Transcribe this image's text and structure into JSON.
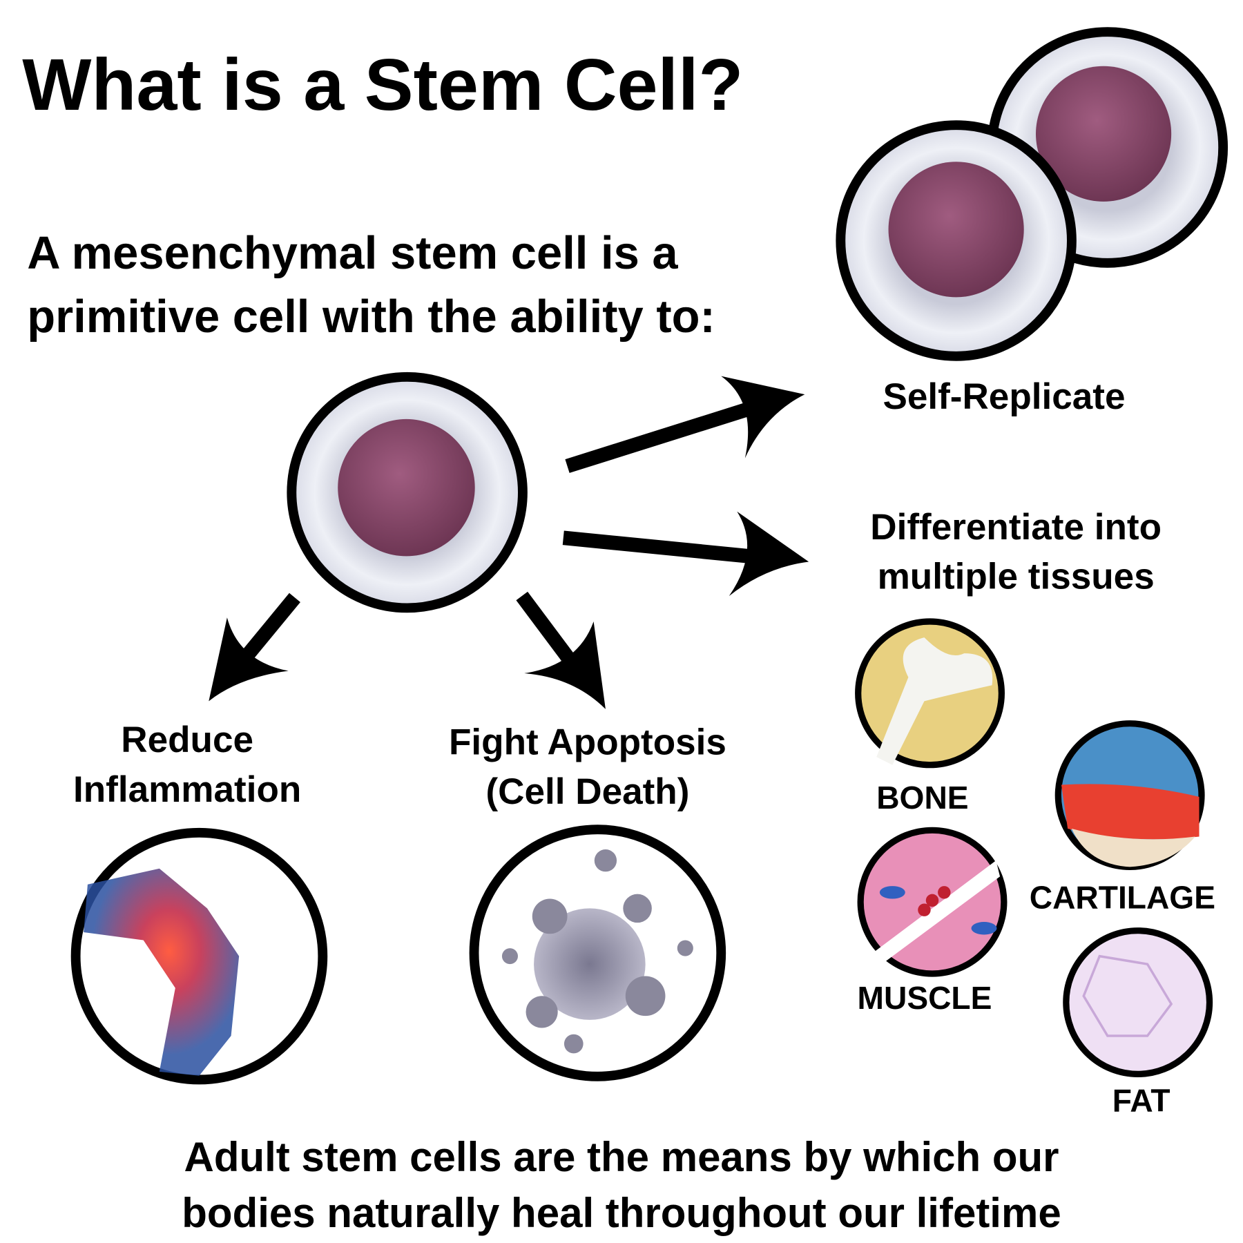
{
  "title": "What is a Stem Cell?",
  "intro": [
    "A mesenchymal stem cell is a",
    "primitive cell with the ability to:"
  ],
  "abilities": {
    "self_replicate": "Self-Replicate",
    "differentiate": [
      "Differentiate into",
      "multiple tissues"
    ],
    "reduce_inflammation": [
      "Reduce",
      "Inflammation"
    ],
    "fight_apoptosis": [
      "Fight Apoptosis",
      "(Cell Death)"
    ]
  },
  "tissues": {
    "bone": "BONE",
    "cartilage": "CARTILAGE",
    "muscle": "MUSCLE",
    "fat": "FAT"
  },
  "footer": [
    "Adult stem cells are the means by which our",
    "bodies naturally heal throughout our lifetime"
  ],
  "colors": {
    "nucleus": "#8a4a6a",
    "cytoplasm": "#e6e8f0",
    "outline": "#000000",
    "bone_bg": "#e8d080",
    "muscle": "#e890b8",
    "cartilage_red": "#e84030",
    "cartilage_blue": "#4a90c8",
    "fat": "#efe0f4"
  }
}
